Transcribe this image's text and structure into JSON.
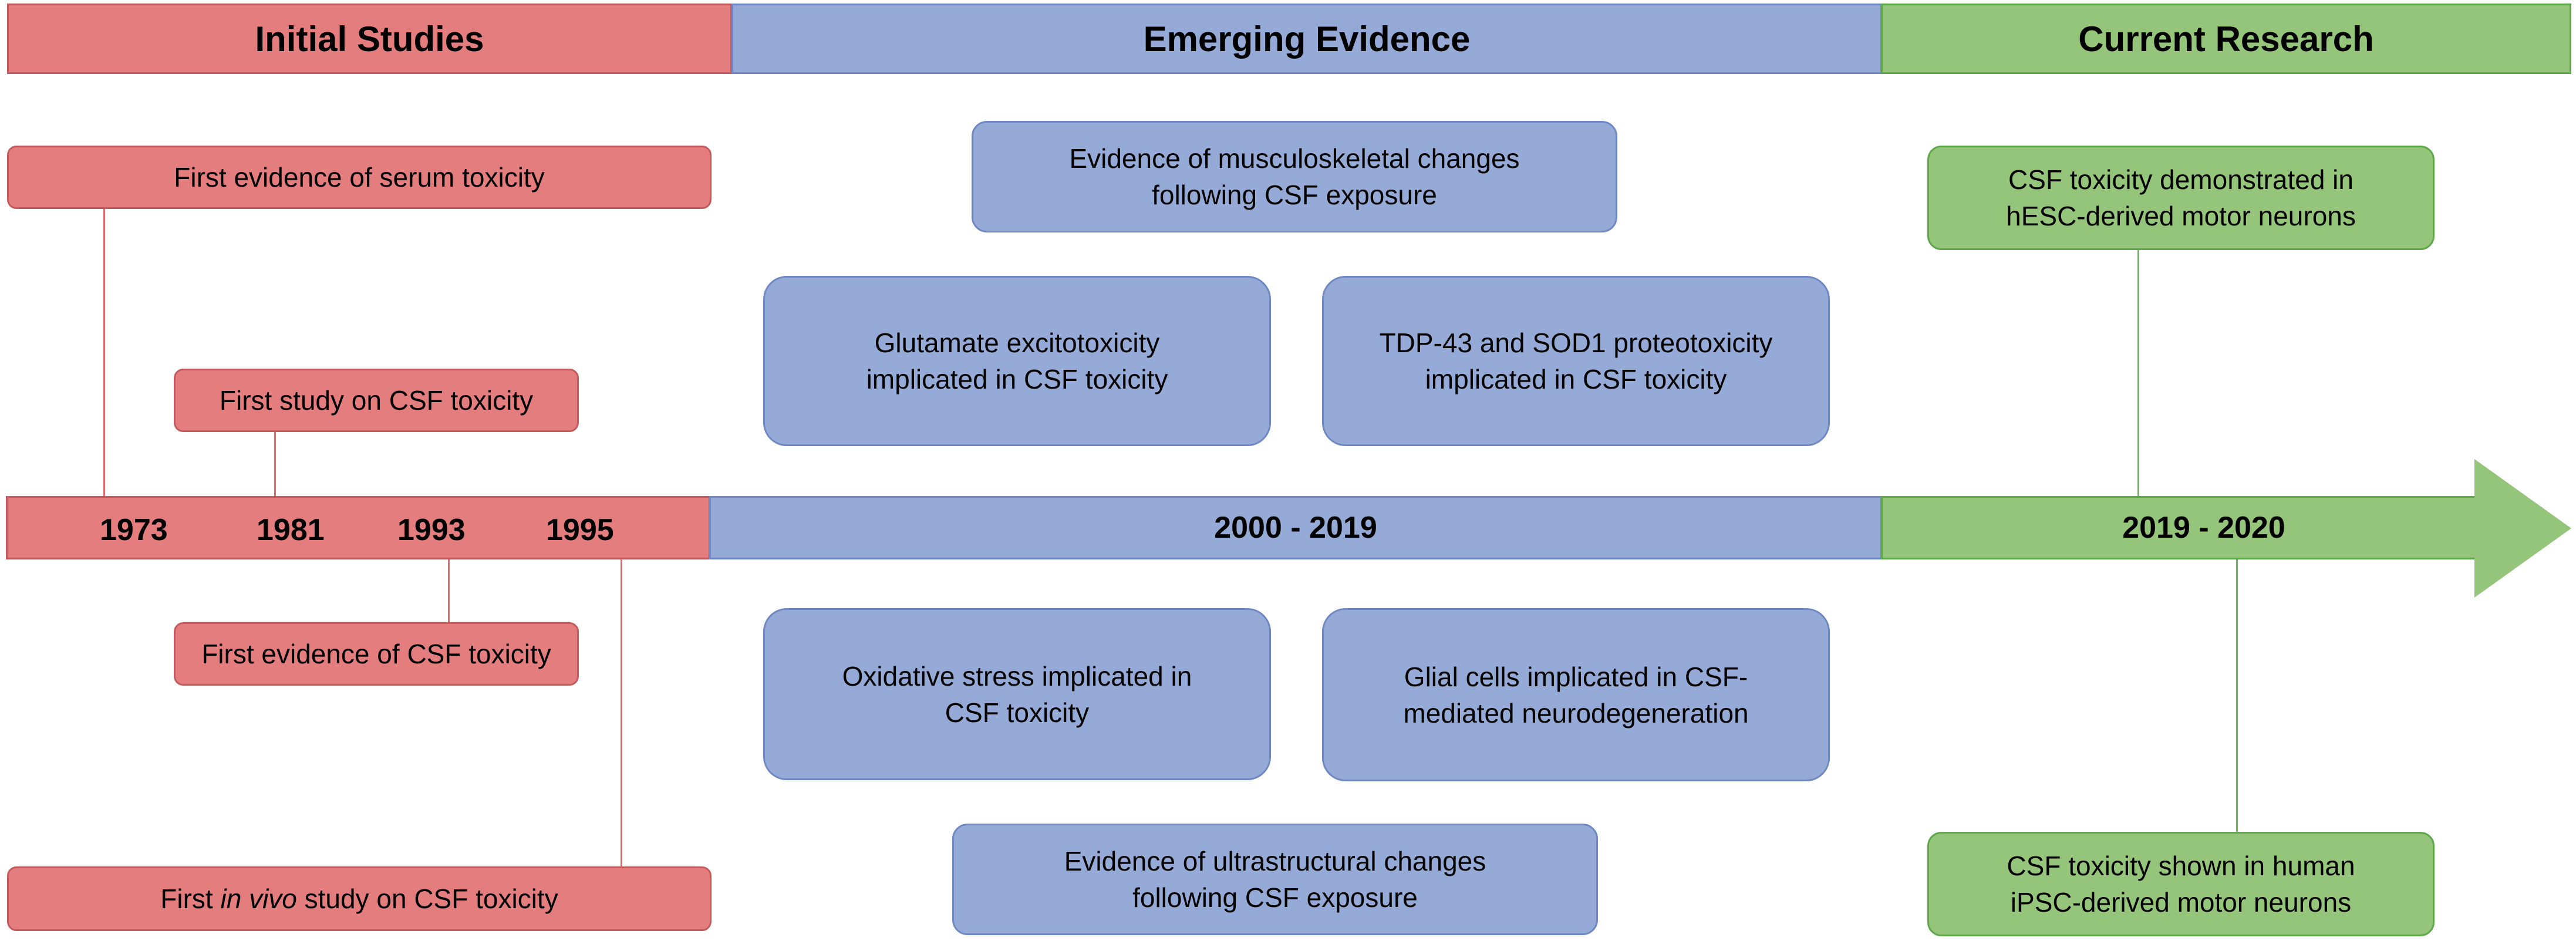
{
  "headers": {
    "initial": "Initial Studies",
    "emerging": "Emerging Evidence",
    "current": "Current Research"
  },
  "timeline": {
    "years": [
      "1973",
      "1981",
      "1993",
      "1995"
    ],
    "emerging_range": "2000 - 2019",
    "current_range": "2019 - 2020"
  },
  "initial_events": {
    "serum": "First evidence of serum toxicity",
    "csf_study": "First study on CSF toxicity",
    "csf_evidence": "First evidence of CSF toxicity",
    "in_vivo_prefix": "First ",
    "in_vivo_italic": "in vivo",
    "in_vivo_suffix": " study on CSF toxicity"
  },
  "emerging_events": {
    "musculoskeletal": [
      "Evidence of musculoskeletal changes",
      "following CSF exposure"
    ],
    "glutamate": [
      "Glutamate excitotoxicity",
      "implicated in CSF toxicity"
    ],
    "tdp43": [
      "TDP-43 and SOD1 proteotoxicity",
      "implicated in CSF toxicity"
    ],
    "oxidative": [
      "Oxidative stress implicated in",
      "CSF toxicity"
    ],
    "glial": [
      "Glial cells implicated in CSF-",
      "mediated neurodegeneration"
    ],
    "ultrastructural": [
      "Evidence of ultrastructural changes",
      "following CSF exposure"
    ]
  },
  "current_events": {
    "hesc": [
      "CSF toxicity demonstrated in",
      "hESC-derived motor neurons"
    ],
    "ipsc": [
      "CSF toxicity shown in human",
      "iPSC-derived motor neurons"
    ]
  },
  "colors": {
    "red": "#e47d7e",
    "blue": "#95aad6",
    "green": "#95c57a"
  }
}
